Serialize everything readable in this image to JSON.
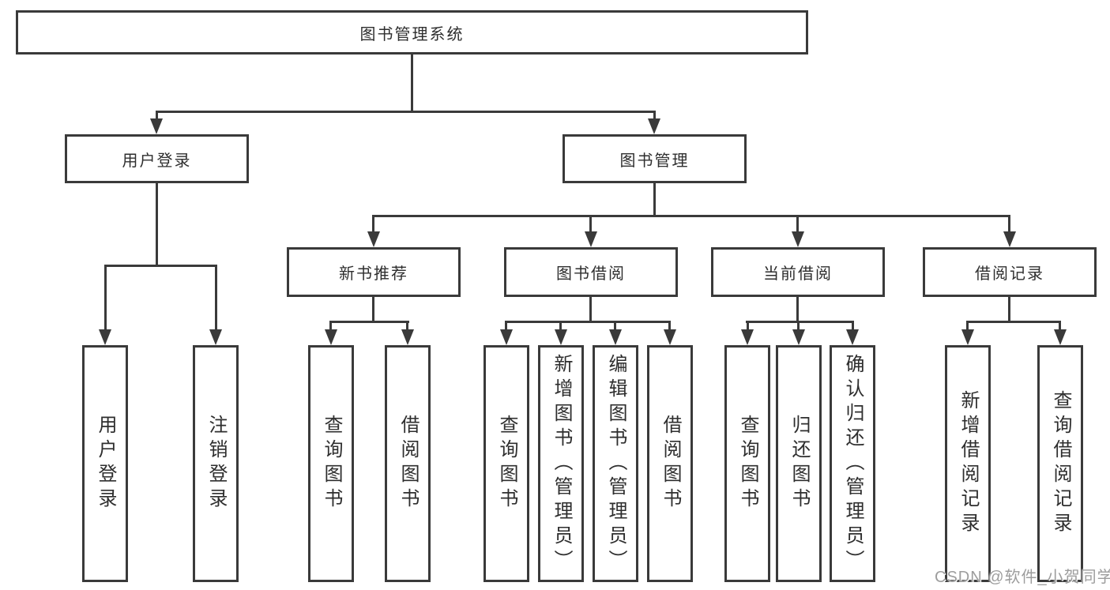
{
  "diagram": {
    "title": "图书管理系统",
    "branches": [
      {
        "label": "用户登录",
        "children": [
          "用户登录",
          "注销登录"
        ]
      },
      {
        "label": "图书管理",
        "sections": [
          {
            "label": "新书推荐",
            "children": [
              "查询图书",
              "借阅图书"
            ]
          },
          {
            "label": "图书借阅",
            "children": [
              "查询图书",
              "新增图书（管理员）",
              "编辑图书（管理员）",
              "借阅图书"
            ]
          },
          {
            "label": "当前借阅",
            "children": [
              "查询图书",
              "归还图书",
              "确认归还（管理员）"
            ]
          },
          {
            "label": "借阅记录",
            "children": [
              "新增借阅记录",
              "查询借阅记录"
            ]
          }
        ]
      }
    ]
  },
  "watermark": {
    "text": "CSDN @软件_小贺同学"
  },
  "colors": {
    "line": "#3a3a3a",
    "text": "#2e2e2e",
    "watermark": "#9d9d9d"
  }
}
